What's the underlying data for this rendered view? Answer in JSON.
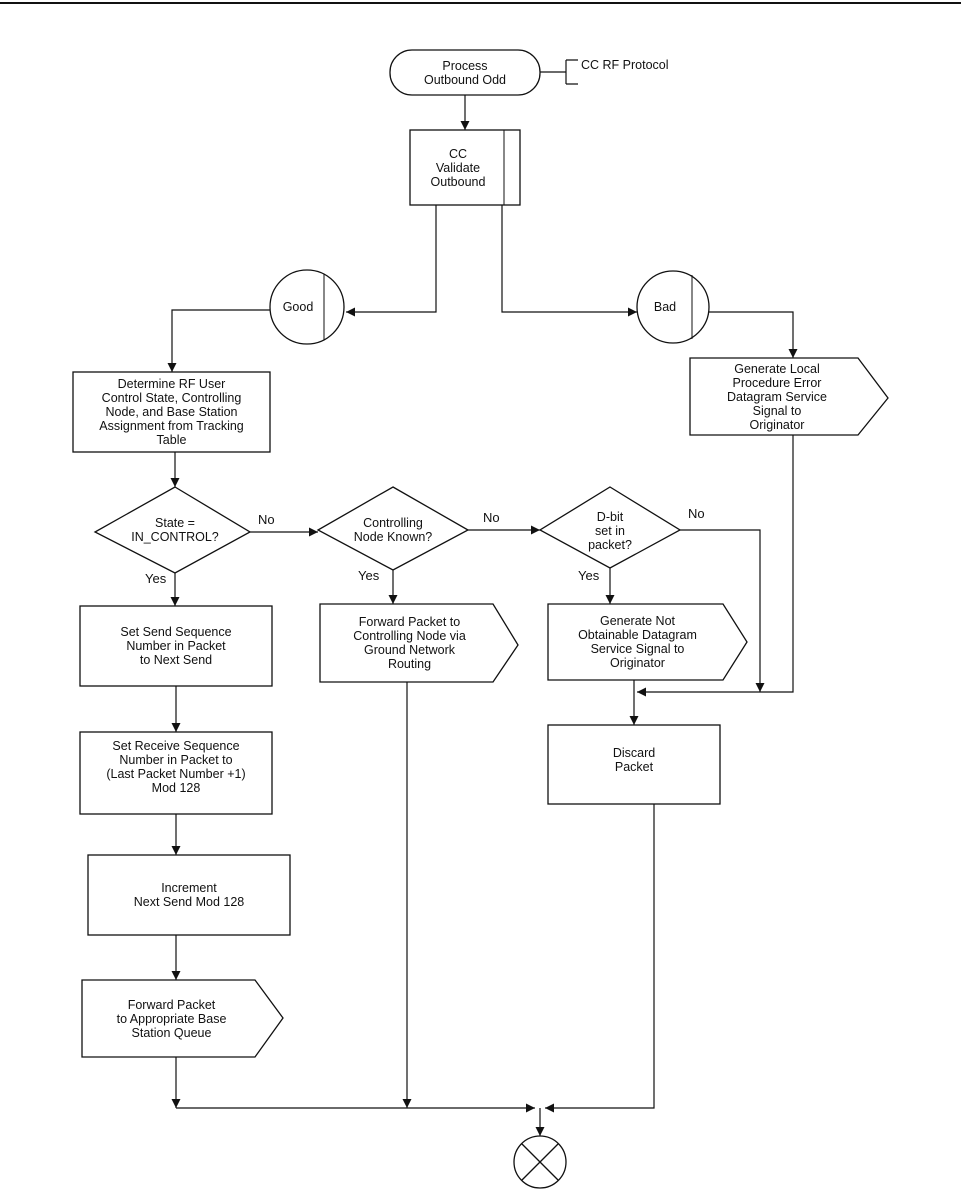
{
  "nodes": {
    "process_outbound": {
      "text": "Process\nOutbound Odd"
    },
    "cc_validate": {
      "text": "CC\nValidate\nOutbound"
    },
    "good": {
      "text": "Good"
    },
    "bad": {
      "text": "Bad"
    },
    "determine_state": {
      "text": "Determine RF User\nControl State, Controlling\nNode, and Base Station\nAssignment from Tracking\nTable"
    },
    "generate_local_error": {
      "text": "Generate Local\nProcedure Error\nDatagram Service\nSignal to\nOriginator"
    },
    "state_in_control": {
      "text": "State =\nIN_CONTROL?"
    },
    "controlling_node_known": {
      "text": "Controlling\nNode Known?"
    },
    "dbit_set": {
      "text": "D-bit\nset in\npacket?"
    },
    "set_send_seq": {
      "text": "Set Send Sequence\nNumber in Packet\nto Next Send"
    },
    "forward_controlling": {
      "text": "Forward Packet to\nControlling Node via\nGround Network\nRouting"
    },
    "generate_not_obtainable": {
      "text": "Generate Not\nObtainable Datagram\nService Signal to\nOriginator"
    },
    "set_receive_seq": {
      "text": "Set Receive Sequence\nNumber in Packet to\n(Last Packet Number +1)\nMod 128"
    },
    "discard_packet": {
      "text": "Discard\nPacket"
    },
    "increment_next_send": {
      "text": "Increment\nNext Send Mod 128"
    },
    "forward_base_station": {
      "text": "Forward Packet\nto Appropriate Base\nStation Queue"
    }
  },
  "annotation": {
    "text": "CC RF Protocol"
  },
  "edge_labels": {
    "no_1": "No",
    "yes_1": "Yes",
    "no_2": "No",
    "yes_2": "Yes",
    "no_3": "No",
    "yes_3": "Yes"
  }
}
